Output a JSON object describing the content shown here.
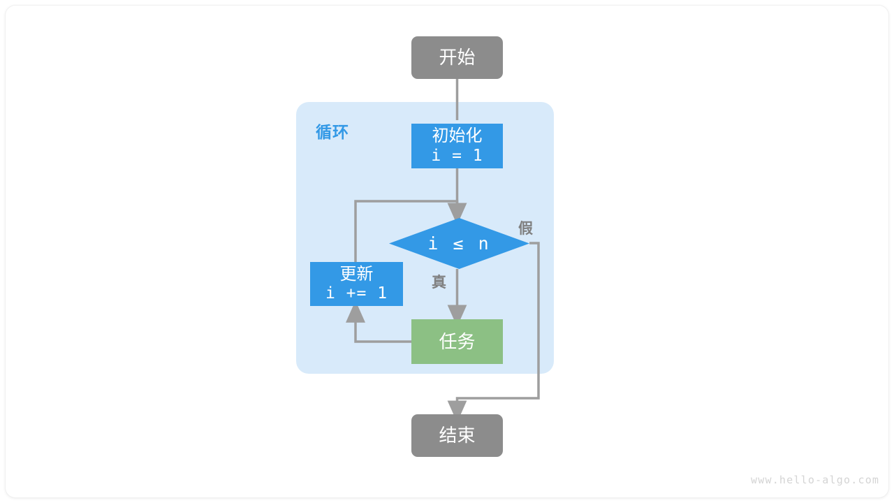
{
  "diagram": {
    "title": "for-loop-flowchart",
    "colors": {
      "terminal": "#8c8c8c",
      "process_blue": "#3399e6",
      "process_green": "#8cc084",
      "loop_container": "#d8eafa",
      "edge": "#9e9e9e",
      "label_text": "#808080",
      "loop_label": "#3399e6",
      "node_text": "#ffffff",
      "background": "#ffffff",
      "watermark": "#d4d4d4"
    },
    "loop_container": {
      "label": "循环"
    },
    "nodes": {
      "start": {
        "label": "开始",
        "shape": "rounded-rectangle"
      },
      "init": {
        "line1": "初始化",
        "line2": "i = 1",
        "shape": "rectangle"
      },
      "condition": {
        "label": "i ≤ n",
        "shape": "diamond"
      },
      "update": {
        "line1": "更新",
        "line2": "i += 1",
        "shape": "rectangle"
      },
      "task": {
        "label": "任务",
        "shape": "rectangle"
      },
      "end": {
        "label": "结束",
        "shape": "rounded-rectangle"
      }
    },
    "edge_labels": {
      "true_branch": "真",
      "false_branch": "假"
    }
  },
  "watermark": {
    "text": "www.hello-algo.com"
  }
}
